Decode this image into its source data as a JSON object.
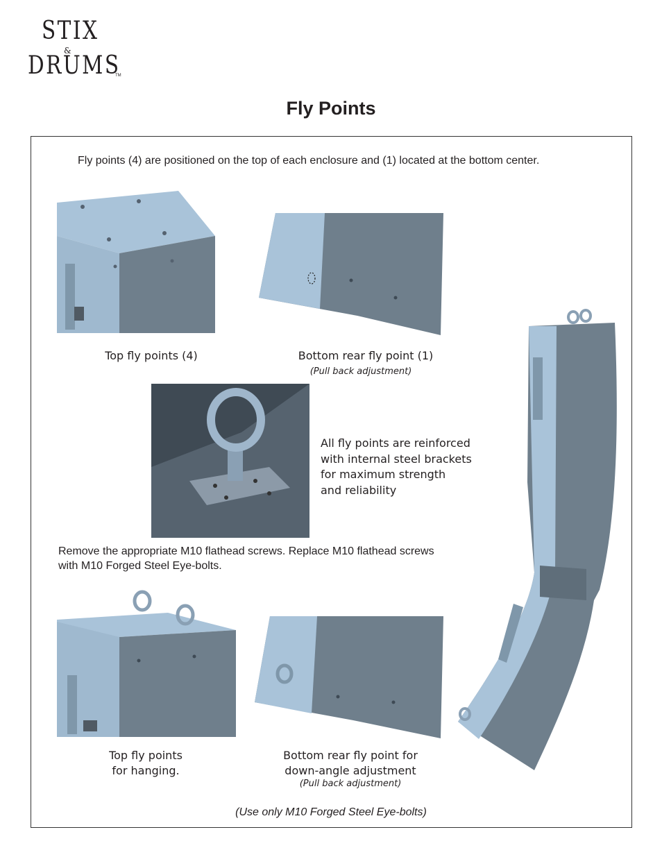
{
  "logo": {
    "line1": "STIX",
    "amp": "&",
    "line2": "DRUMS",
    "tm": "TM"
  },
  "title": "Fly Points",
  "intro": "Fly points (4) are positioned on the top of each enclosure and (1) located at the bottom center.",
  "captions": {
    "top_fly": "Top fly points (4)",
    "bottom_rear": "Bottom rear fly point (1)",
    "bottom_rear_sub": "(Pull back adjustment)",
    "reinforced": [
      "All fly points are reinforced",
      "with internal steel brackets",
      "for maximum strength",
      "and reliability"
    ],
    "top_hanging": [
      "Top fly points",
      "for hanging."
    ],
    "bottom_down": [
      "Bottom rear fly point for",
      "down-angle adjustment"
    ],
    "bottom_down_sub": "(Pull back adjustment)"
  },
  "instruction": [
    "Remove the appropriate M10 flathead screws. Replace M10 flathead screws",
    "with M10 Forged Steel Eye-bolts."
  ],
  "footer": "(Use only M10 Forged Steel Eye-bolts)"
}
